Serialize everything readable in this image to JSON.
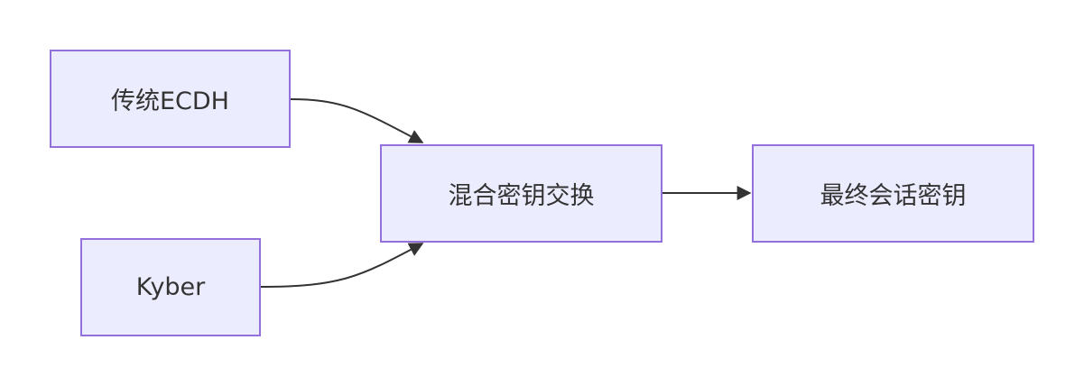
{
  "nodes": {
    "ecdh": "传统ECDH",
    "kyber": "Kyber",
    "hybrid": "混合密钥交换",
    "session": "最终会话密钥"
  },
  "edges": [
    {
      "from": "ecdh",
      "to": "hybrid"
    },
    {
      "from": "kyber",
      "to": "hybrid"
    },
    {
      "from": "hybrid",
      "to": "session"
    }
  ],
  "colors": {
    "fill": "#ECECFF",
    "stroke": "#9370DB",
    "edge": "#333333"
  }
}
